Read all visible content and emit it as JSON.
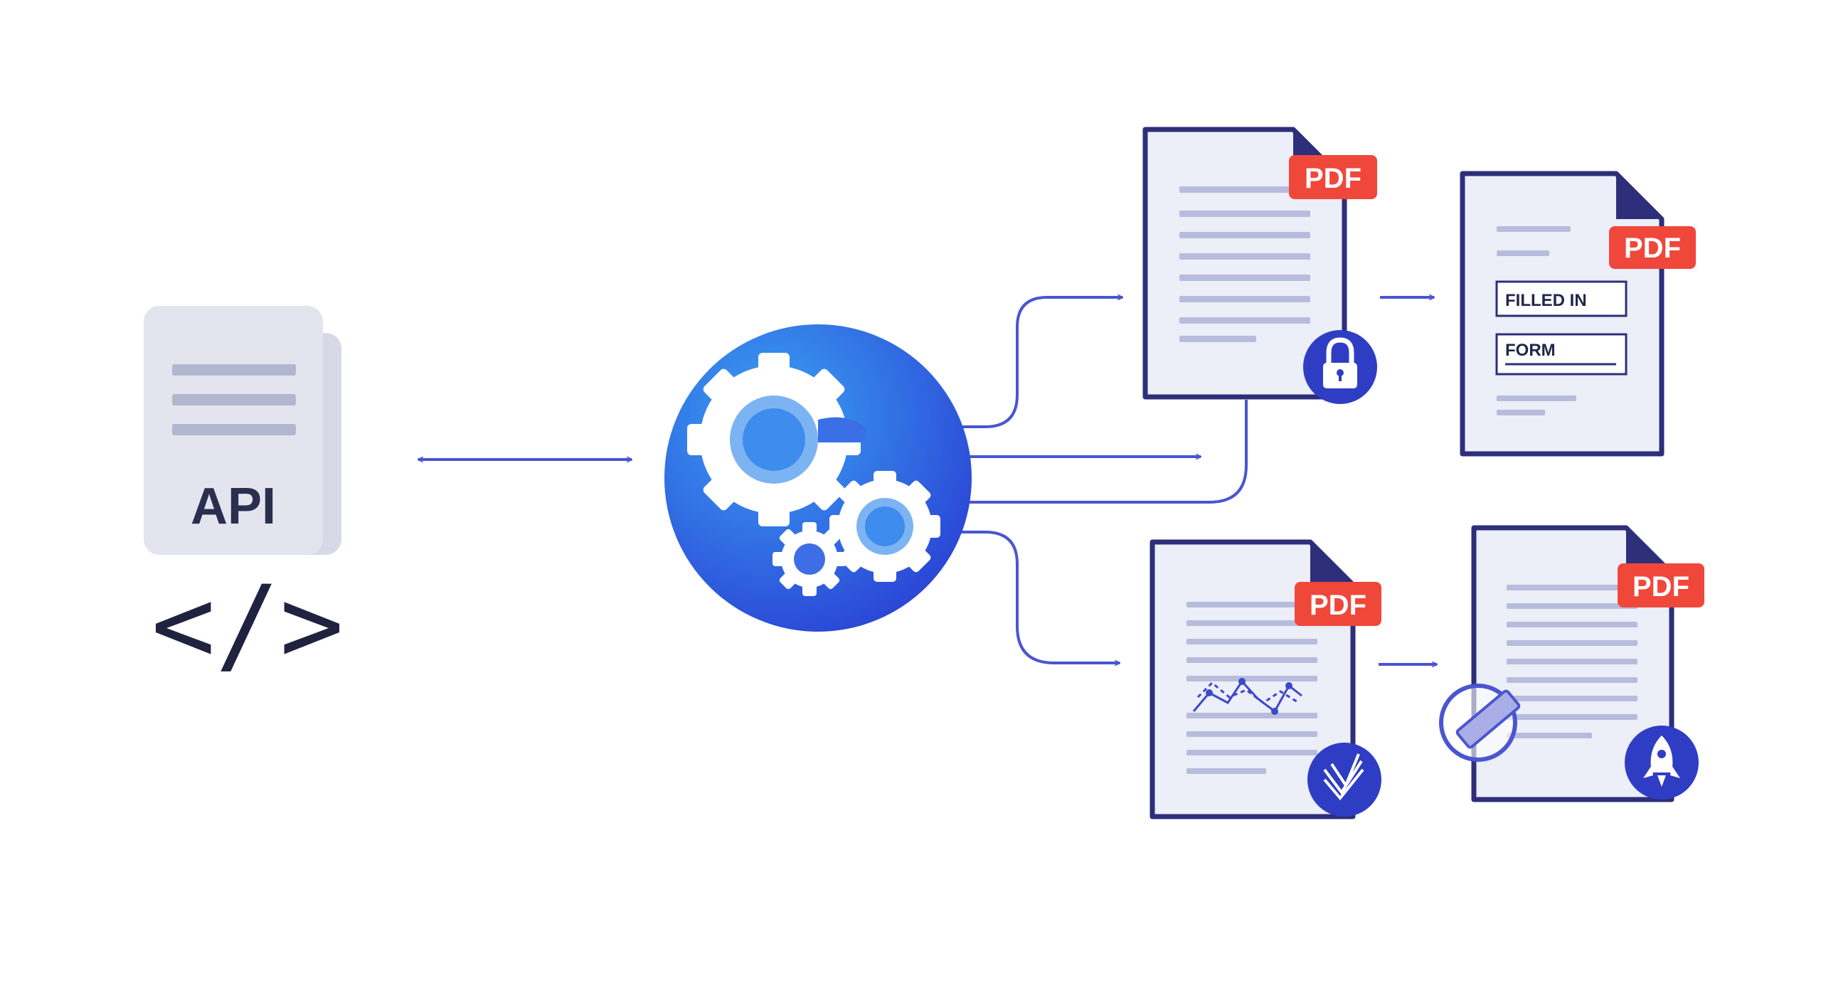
{
  "api": {
    "label": "API",
    "code_symbol": "</>"
  },
  "documents": {
    "badge_label": "PDF",
    "form_fields": [
      "FILLED IN",
      "FORM"
    ]
  },
  "icons": {
    "api_doc": "document-icon",
    "hub": "gears-icon",
    "lock": "lock-icon",
    "sign": "signature-icon",
    "edit": "eraser-icon",
    "rocket": "rocket-icon"
  },
  "colors": {
    "arrow": "#4a55d0",
    "doc_border": "#2d2f7a",
    "doc_fill": "#eceef8",
    "doc_line": "#b8bcdc",
    "badge": "#f0473b",
    "hub_light": "#3aa2f4",
    "hub_dark": "#2a46d6",
    "api_doc": "#e3e4ee"
  }
}
